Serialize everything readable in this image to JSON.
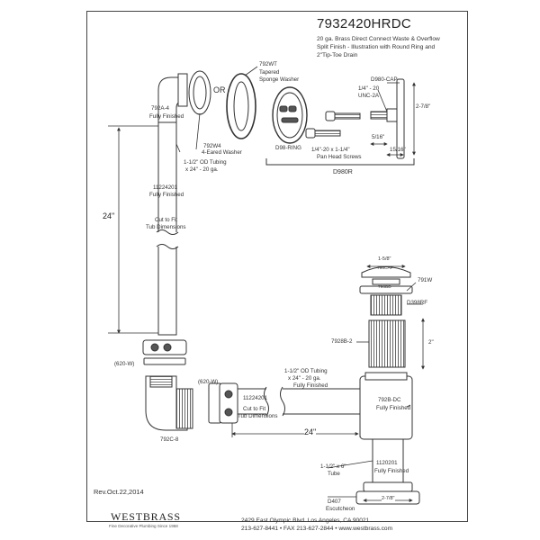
{
  "header": {
    "model_number": "7932420HRDC",
    "description_lines": [
      "20 ga. Brass Direct Connect Waste & Overflow",
      "Split Finish - Illustration with Round Ring and",
      "2\"Tip-Toe Drain"
    ]
  },
  "labels": {
    "p792WT_code": "792WT",
    "p792WT_name": "Tapered",
    "p792WT_name2": "Sponge Washer",
    "or_text": "OR",
    "p792A4_code": "792A-4",
    "p792A4_finish": "Fully Finished",
    "p792W4_code": "792W4",
    "p792W4_name": "4-Eared Washer",
    "tubing1_a": "1-1/2\" OD Tubing",
    "tubing1_b": "x 24\" - 20 ga.",
    "p11224201_code": "11224201",
    "p11224201_finish": "Fully Finished",
    "cut_fit_a": "Cut to Fit",
    "cut_fit_b": "Tub Dimensions",
    "dim_24_vertical": "24\"",
    "d98ring": "D98-RING",
    "d980cap": "D980-CAP",
    "thread_a": "1/4\" - 20",
    "thread_b": "UNC-2A",
    "dim_2_7_8_cap": "2-7/8\"",
    "dim_5_16": "5/16\"",
    "dim_15_16": "15/16\"",
    "screws_a": "1/4\"-20 x 1-1/4\"",
    "screws_b": "Pan Head Screws",
    "d980r": "D980R",
    "dim_1_5_8": "1-5/8\"",
    "p798cap": "798CAP",
    "p798bd": "798BD",
    "p791w": "791W",
    "d398rf": "D398RF",
    "p79282": "7928B-2",
    "dim_2": "2\"",
    "p620w_left": "(620-W)",
    "p620w_mid": "(620-W)",
    "tubing2_a": "1-1/2\" OD Tubing",
    "tubing2_b": "x 24\" - 20 ga.",
    "tubing2_c": "Fully Finished",
    "p11224201b_code": "11224201",
    "cut_fit2_a": "Cut to Fit",
    "cut_fit2_b": "Tub Dimensions",
    "p792dc_code": "792B-DC",
    "p792dc_finish": "Fully Finished",
    "dim_24_horizontal": "24\"",
    "p792c8": "792C-8",
    "tube6_a": "1-1/2\" x 6\"",
    "tube6_b": "Tube",
    "p1120201_code": "1120201",
    "p1120201_finish": "Fully Finished",
    "d407_code": "D407",
    "d407_name": "Escutcheon",
    "dim_2_7_8_bottom": "2-7/8\""
  },
  "footer": {
    "revision": "Rev.Oct.22,2014",
    "brand": "WESTBRASS",
    "tagline": "Fine Decorative Plumbing Since 1958",
    "address_line1": "2429 East Olympic Blvd. Los Angeles, CA  90021",
    "address_line2": "213-627-8441 • FAX 213-627-2844 • www.westbrass.com"
  }
}
